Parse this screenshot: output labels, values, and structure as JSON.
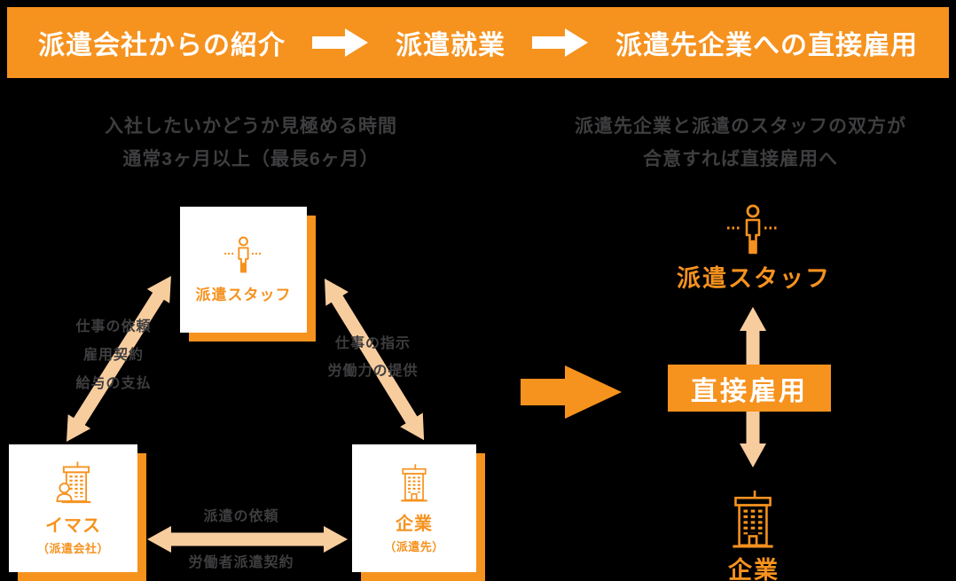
{
  "colors": {
    "orange": "#F6921E",
    "peach_arrow": "#F8CD9E",
    "dark_text": "#3E3E40",
    "box_background": "#FFFFFF",
    "background": "#000000"
  },
  "banner": {
    "steps": [
      "派遣会社からの紹介",
      "派遣就業",
      "派遣先企業への直接雇用"
    ]
  },
  "left_diagram": {
    "subtitle": {
      "line1": "入社したいかどうか見極める時間",
      "line2": "通常3ヶ月以上（最長6ヶ月）"
    },
    "staff_box": {
      "label": "派遣スタッフ",
      "icon": "person-icon"
    },
    "agency_box": {
      "label": "イマス",
      "sublabel": "（派遣会社）",
      "icon": "building-person-icon"
    },
    "client_box": {
      "label": "企業",
      "sublabel": "（派遣先）",
      "icon": "building-icon"
    },
    "staff_agency_arrow_labels": [
      "仕事の依頼",
      "雇用契約",
      "給与の支払"
    ],
    "staff_client_arrow_labels": [
      "仕事の指示",
      "労働力の提供"
    ],
    "agency_client_arrow_labels": {
      "top": "派遣の依頼",
      "bottom": "労働者派遣契約"
    }
  },
  "right_diagram": {
    "subtitle": {
      "line1": "派遣先企業と派遣のスタッフの双方が",
      "line2": "合意すれば直接雇用へ"
    },
    "staff_label": "派遣スタッフ",
    "employment_label": "直接雇用",
    "company_label": "企業"
  }
}
